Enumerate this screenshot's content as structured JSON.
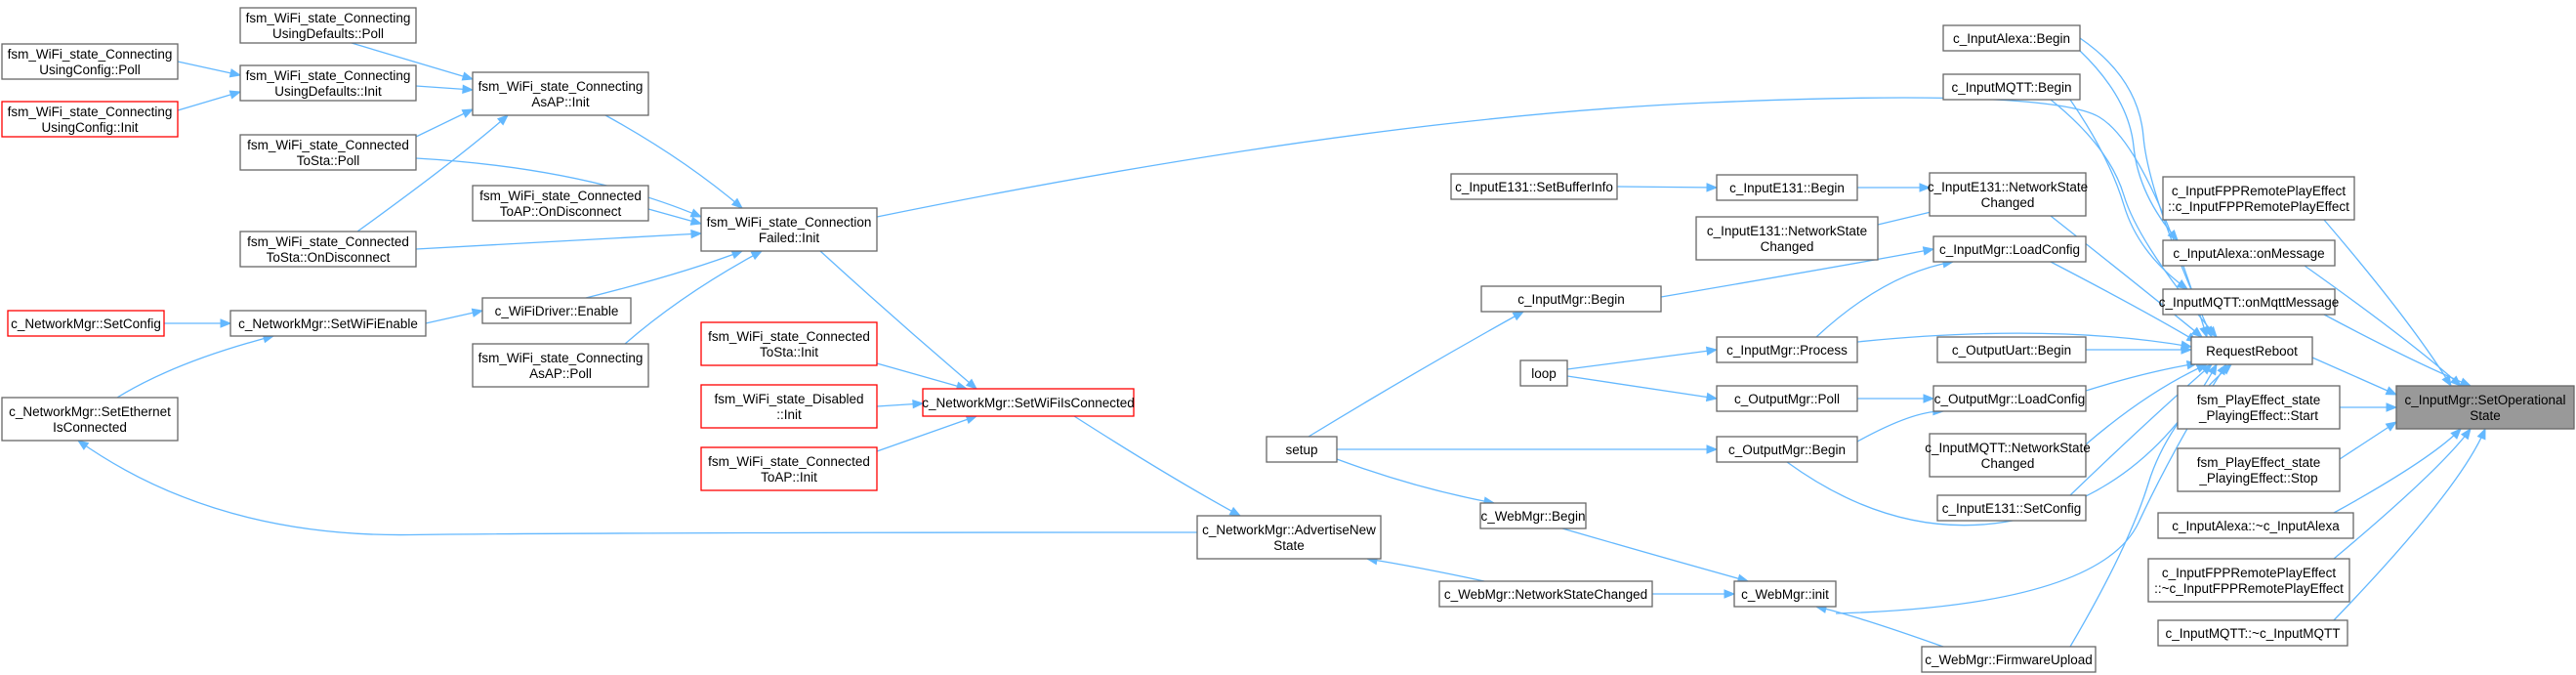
{
  "colors": {
    "edge": "#63b8ff",
    "node_border": "#666666",
    "truncated_border": "#ff0000",
    "root_fill": "#999999",
    "background": "#ffffff"
  },
  "nodes": {
    "poll_ua": [
      "fsm_WiFi_state_Connecting",
      "UsingConfig::Poll"
    ],
    "init_ua": [
      "fsm_WiFi_state_Connecting",
      "UsingConfig::Init"
    ],
    "udef_poll": [
      "fsm_WiFi_state_Connecting",
      "UsingDefaults::Poll"
    ],
    "udef_init": [
      "fsm_WiFi_state_Connecting",
      "UsingDefaults::Init"
    ],
    "ap_init": [
      "fsm_WiFi_state_Connecting",
      "AsAP::Init"
    ],
    "tosta_poll": [
      "fsm_WiFi_state_Connected",
      "ToSta::Poll"
    ],
    "toap_disc": [
      "fsm_WiFi_state_Connected",
      "ToAP::OnDisconnect"
    ],
    "tosta_disc": [
      "fsm_WiFi_state_Connected",
      "ToSta::OnDisconnect"
    ],
    "connfail": [
      "fsm_WiFi_state_Connection",
      "Failed::Init"
    ],
    "setconfig": [
      "c_NetworkMgr::SetConfig"
    ],
    "setwifien": [
      "c_NetworkMgr::SetWiFiEnable"
    ],
    "wifidrv": [
      "c_WiFiDriver::Enable"
    ],
    "ap_poll": [
      "fsm_WiFi_state_Connecting",
      "AsAP::Poll"
    ],
    "seteth": [
      "c_NetworkMgr::SetEthernet",
      "IsConnected"
    ],
    "tosta_init": [
      "fsm_WiFi_state_Connected",
      "ToSta::Init"
    ],
    "dis_init": [
      "fsm_WiFi_state_Disabled",
      "::Init"
    ],
    "toap_init": [
      "fsm_WiFi_state_Connected",
      "ToAP::Init"
    ],
    "setwifi": [
      "c_NetworkMgr::SetWiFiIsConnected"
    ],
    "advertise": [
      "c_NetworkMgr::AdvertiseNew",
      "State"
    ],
    "setup": [
      "setup"
    ],
    "loop": [
      "loop"
    ],
    "inmgr_begin": [
      "c_InputMgr::Begin"
    ],
    "setbuf": [
      "c_InputE131::SetBufferInfo"
    ],
    "e131_begin": [
      "c_InputE131::Begin"
    ],
    "e131_nsc2": [
      "c_InputE131::NetworkState",
      "Changed"
    ],
    "e131_nsc": [
      "c_InputE131::NetworkState",
      "Changed"
    ],
    "inmgr_loadcfg": [
      "c_InputMgr::LoadConfig"
    ],
    "inmgr_process": [
      "c_InputMgr::Process"
    ],
    "uart_begin": [
      "c_OutputUart::Begin"
    ],
    "outmgr_poll": [
      "c_OutputMgr::Poll"
    ],
    "outmgr_loadcfg": [
      "c_OutputMgr::LoadConfig"
    ],
    "outmgr_begin": [
      "c_OutputMgr::Begin"
    ],
    "mqtt_nsc": [
      "c_InputMQTT::NetworkState",
      "Changed"
    ],
    "e131_setcfg": [
      "c_InputE131::SetConfig"
    ],
    "webmgr_begin": [
      "c_WebMgr::Begin"
    ],
    "webmgr_nsc": [
      "c_WebMgr::NetworkStateChanged"
    ],
    "webmgr_init": [
      "c_WebMgr::init"
    ],
    "webmgr_fw": [
      "c_WebMgr::FirmwareUpload"
    ],
    "alexa_begin": [
      "c_InputAlexa::Begin"
    ],
    "mqtt_begin": [
      "c_InputMQTT::Begin"
    ],
    "reboot": [
      "RequestReboot"
    ],
    "fpp_ctor": [
      "c_InputFPPRemotePlayEffect",
      "::c_InputFPPRemotePlayEffect"
    ],
    "alexa_msg": [
      "c_InputAlexa::onMessage"
    ],
    "mqtt_msg": [
      "c_InputMQTT::onMqttMessage"
    ],
    "pe_start": [
      "fsm_PlayEffect_state",
      "_PlayingEffect::Start"
    ],
    "pe_stop": [
      "fsm_PlayEffect_state",
      "_PlayingEffect::Stop"
    ],
    "alexa_dtor": [
      "c_InputAlexa::~c_InputAlexa"
    ],
    "fpp_dtor": [
      "c_InputFPPRemotePlayEffect",
      "::~c_InputFPPRemotePlayEffect"
    ],
    "mqtt_dtor": [
      "c_InputMQTT::~c_InputMQTT"
    ],
    "root": [
      "c_InputMgr::SetOperational",
      "State"
    ]
  }
}
